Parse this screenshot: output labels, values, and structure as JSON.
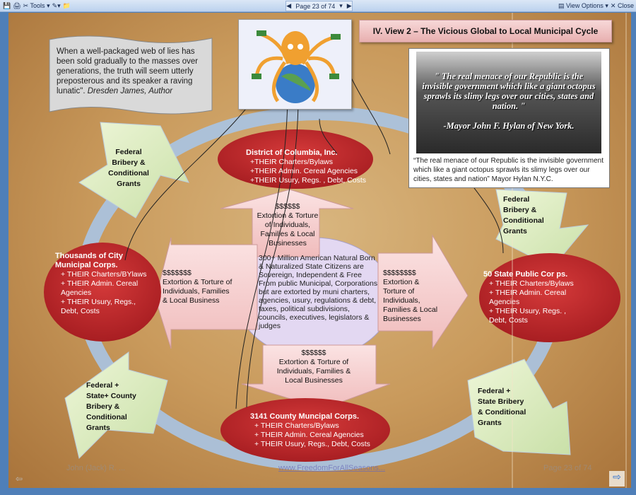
{
  "toolbar": {
    "tools_label": "Tools",
    "page_label": "Page 23 of 74",
    "view_options_label": "View Options",
    "close_label": "Close"
  },
  "slide": {
    "title": "IV. View 2 – The Vicious Global to Local Municipal Cycle",
    "quote": {
      "text": "When a well-packaged web of lies has been sold gradually to the masses over generations, the truth will seem utterly preposterous and its speaker a raving lunatic\".",
      "author": "Dresden James, Author"
    },
    "photo": {
      "quote": "\" The real menace of our Republic is the invisible government which like a giant octopus sprawls its slimy legs over our cities, states and nation. \"",
      "attribution": "-Mayor John F. Hylan of New York.",
      "caption": "“The real menace of our Republic is the invisible government which like a giant octopus sprawls its slimy legs over our cities, states and nation” Mayor  Hylan N.Y.C."
    },
    "ellipses": {
      "dc": {
        "title": "District of Columbia, Inc.",
        "lines": [
          "+THEIR Charters/Bylaws",
          "+THEIR Admin. Cereal Agencies",
          "+THEIR  Usury, Regs. , Debt, Costs"
        ]
      },
      "city": {
        "title": "Thousands of City Municipal Corps.",
        "lines": [
          "+ THEIR Charters/BYlaws",
          "+ THEIR Admin. Cereal Agencies",
          "+ THEIR  Usury, Regs., Debt, Costs"
        ]
      },
      "state": {
        "title": "50 State  Public Cor ps.",
        "lines": [
          "+ THEIR Charters/Bylaws",
          "+ THEIR Admin. Cereal Agencies",
          "+ THEIR Usury, Regs. , Debt, Costs"
        ]
      },
      "county": {
        "title": "3141 County Muncipal Corps.",
        "lines": [
          "+ THEIR Charters/Bylaws",
          "+  THEIR Admin.  Cereal  Agencies",
          "+  THEIR Usury, Regs., Debt, Costs"
        ]
      },
      "center": "300+ Million American Natural Born & Naturalized State Citizens are Sovereign, Independent & Free From  public Municipal, Corporations  but are extorted by  muni charters, agencies, usury, regulations  & debt, taxes, political subdivisions, councils, executives, legislators & judges"
    },
    "arrows": {
      "up": {
        "money": "$$$$$$",
        "text": "Extortion & Torture of Individuals, Families & Local Businesses"
      },
      "left": {
        "money": "$$$$$$$",
        "text": "Extortion & Torture of Individuals, Families & Local Business"
      },
      "right": {
        "money": "$$$$$$$$",
        "text": "Extortion & Torture of Individuals, Families & Local Businesses"
      },
      "down": {
        "money": "$$$$$$",
        "text": "Extortion & Torture of Individuals, Families & Local Businesses"
      }
    },
    "green": {
      "top_left": "Federal Bribery & Conditional Grants",
      "top_right": "Federal Bribery & Conditional Grants",
      "bottom_left": "Federal + State+ County Bribery & Conditional Grants",
      "bottom_right": "Federal + State Bribery  & Conditional Grants"
    },
    "footer": {
      "author": "John (Jack) R. ...",
      "link": "www.FreedomForAllSeasons...",
      "page": "Page 23 of 74"
    }
  }
}
